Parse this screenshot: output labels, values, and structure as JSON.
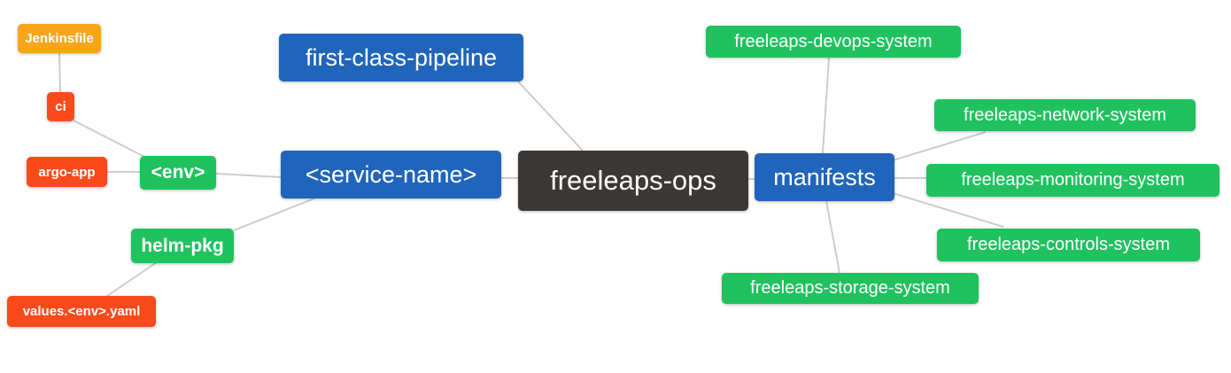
{
  "colors": {
    "root_bg": "#3B3836",
    "branch_blue": "#2065BB",
    "leaf_green": "#1FC25F",
    "leaf_red": "#F84A1B",
    "leaf_orange": "#F9A51B",
    "edge": "#CCCCCC",
    "text": "#FFFFFF"
  },
  "tree": {
    "label": "freeleaps-ops",
    "children": [
      {
        "label": "first-class-pipeline",
        "children": []
      },
      {
        "label": "<service-name>",
        "children": [
          {
            "label": "<env>",
            "children": [
              {
                "label": "ci",
                "children": [
                  {
                    "label": "Jenkinsfile",
                    "children": []
                  }
                ]
              },
              {
                "label": "argo-app",
                "children": []
              }
            ]
          },
          {
            "label": "helm-pkg",
            "children": [
              {
                "label": "values.<env>.yaml",
                "children": []
              }
            ]
          }
        ]
      },
      {
        "label": "manifests",
        "children": [
          {
            "label": "freeleaps-devops-system",
            "children": []
          },
          {
            "label": "freeleaps-network-system",
            "children": []
          },
          {
            "label": "freeleaps-monitoring-system",
            "children": []
          },
          {
            "label": "freeleaps-controls-system",
            "children": []
          },
          {
            "label": "freeleaps-storage-system",
            "children": []
          }
        ]
      }
    ]
  }
}
